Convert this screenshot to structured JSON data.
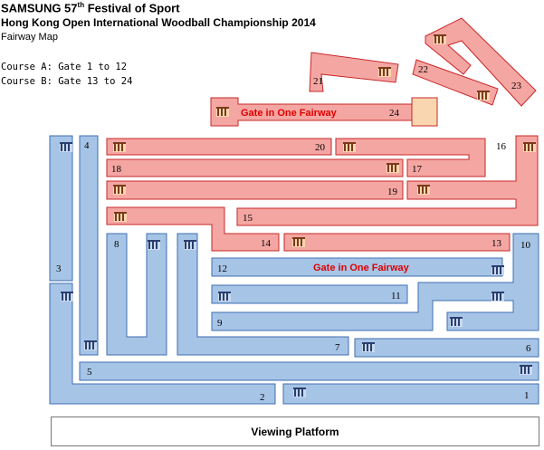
{
  "header": {
    "title_prefix": "SAMSUNG 57",
    "title_sup": "th",
    "title_suffix": " Festival of Sport",
    "subtitle_main": "Hong Kong Open International Woodball Championship 2014",
    "map_label": "Fairway Map"
  },
  "courses": {
    "a": "Course A: Gate 1 to 12",
    "b": "Course B: Gate 13 to 24"
  },
  "gate_in_one_label": "Gate in One Fairway",
  "platform_label": "Viewing Platform",
  "colors": {
    "course_a_fill": "#a6c4e6",
    "course_a_stroke": "#3f6fb0",
    "course_b_fill": "#f4a6a2",
    "course_b_stroke": "#c8282a",
    "tee_fill": "#f9d6b0",
    "label_red": "#e00000"
  },
  "fairway_numbers": {
    "f1": "1",
    "f2": "2",
    "f3": "3",
    "f4": "4",
    "f5": "5",
    "f6": "6",
    "f7": "7",
    "f8": "8",
    "f9": "9",
    "f10": "10",
    "f11": "11",
    "f12": "12",
    "f13": "13",
    "f14": "14",
    "f15": "15",
    "f16": "16",
    "f17": "17",
    "f18": "18",
    "f19": "19",
    "f20": "20",
    "f21": "21",
    "f22": "22",
    "f23": "23",
    "f24": "24"
  },
  "gate_icon": "wicket-gate-icon"
}
